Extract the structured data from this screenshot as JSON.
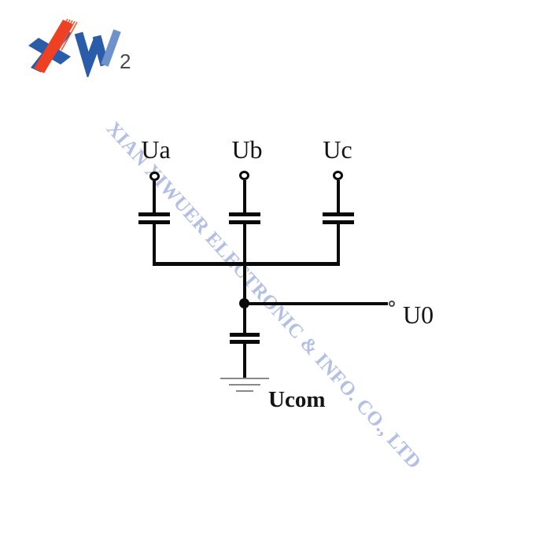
{
  "page": {
    "background": "#ffffff"
  },
  "logo": {
    "name": "XW company logo",
    "badge": "2",
    "blue": "#2a5caa",
    "light_blue": "#6e92cc",
    "red": "#ee4023",
    "badge_color": "#4a4a4a"
  },
  "watermark": {
    "text": "XIAN XIWUER ELECTRONIC & INFO. CO., LTD",
    "color": "#a6b4e0"
  },
  "diagram": {
    "type": "circuit-schematic",
    "description": "Three-phase capacitor network: Ua, Ub, Uc input terminals each through a capacitor to a common bus; bus node feeds output U0 and goes through a fourth capacitor to ground Ucom",
    "terminals": [
      {
        "id": "ua",
        "label": "Ua"
      },
      {
        "id": "ub",
        "label": "Ub"
      },
      {
        "id": "uc",
        "label": "Uc"
      }
    ],
    "output": {
      "label": "U0"
    },
    "ground": {
      "label": "Ucom"
    },
    "wire_color": "#0a0a0a",
    "ground_symbol_color": "#8a8a8a",
    "capacitor_count": 4
  }
}
